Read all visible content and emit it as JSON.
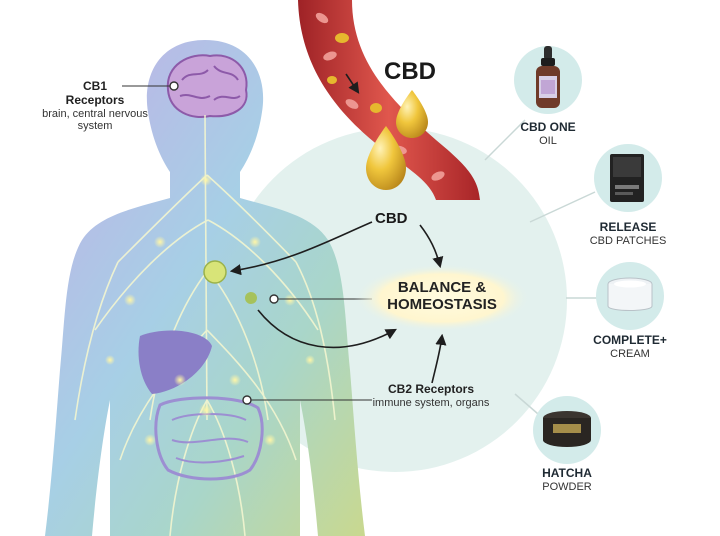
{
  "cb1": {
    "title_line1": "CB1",
    "title_line2": "Receptors",
    "description": "brain, central nervous system"
  },
  "cbd_vessel_label": "CBD",
  "cbd_label": "CBD",
  "balance": {
    "line1": "BALANCE &",
    "line2": "HOMEOSTASIS"
  },
  "cb2": {
    "title": "CB2 Receptors",
    "description": "immune system, organs"
  },
  "products": [
    {
      "name": "CBD ONE",
      "subtitle": "OIL",
      "icon": "oil-dropper-bottle-icon"
    },
    {
      "name": "RELEASE",
      "subtitle": "CBD PATCHES",
      "icon": "patch-package-icon"
    },
    {
      "name": "COMPLETE+",
      "subtitle": "CREAM",
      "icon": "cream-jar-icon"
    },
    {
      "name": "HATCHA",
      "subtitle": "POWDER",
      "icon": "powder-tin-icon"
    }
  ],
  "colors": {
    "body_gradient_top": "#b8a6e0",
    "body_gradient_mid": "#9fd0df",
    "body_gradient_low": "#b6d89a",
    "circle_fill": "#e2f1ee",
    "vessel_red": "#c23a35",
    "oil_gold": "#e6b82e",
    "product_circle": "#d3ebea"
  }
}
